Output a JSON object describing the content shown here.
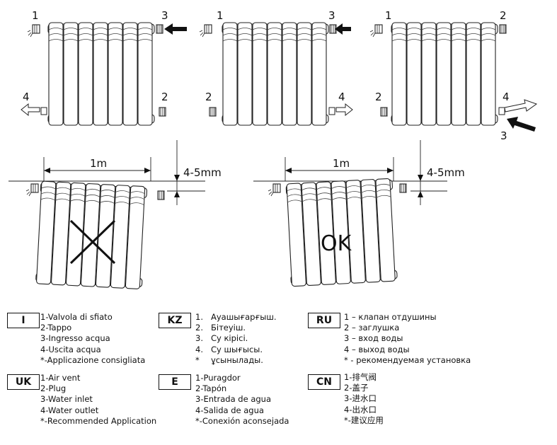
{
  "diagrams": {
    "top_left": {
      "l1": "1",
      "l2": "2",
      "l3": "3",
      "l4": "4"
    },
    "top_middle": {
      "l1": "1",
      "l2": "2",
      "l3": "3",
      "l4": "4"
    },
    "top_right": {
      "l1": "1",
      "l2": "2",
      "l3": "3",
      "l4": "4"
    },
    "install_wrong": {
      "width": "1m",
      "gap": "4-5mm"
    },
    "install_ok": {
      "width": "1m",
      "gap": "4-5mm",
      "ok": "OK"
    }
  },
  "legends": [
    {
      "code": "I",
      "lines": [
        "1-Valvola di sfiato",
        "2-Tappo",
        "3-Ingresso acqua",
        "4-Uscita acqua",
        "*-Applicazione consigliata"
      ]
    },
    {
      "code": "KZ",
      "nums": [
        "1.",
        "2.",
        "3.",
        "4.",
        "*"
      ],
      "lines": [
        "Ауашығарғыш.",
        "Бітеуіш.",
        "Су кірісі.",
        "Су шығысы.",
        "ұсынылады."
      ]
    },
    {
      "code": "RU",
      "lines": [
        "1 – клапан отдушины",
        "2 – заглушка",
        "3 – вход воды",
        "4 – выход воды",
        "* - рекомендуемая установка"
      ]
    },
    {
      "code": "UK",
      "lines": [
        "1-Air vent",
        "2-Plug",
        "3-Water inlet",
        "4-Water outlet",
        "*-Recommended Application"
      ]
    },
    {
      "code": "E",
      "lines": [
        "1-Puragdor",
        "2-Tapón",
        "3-Entrada de agua",
        "4-Salida de agua",
        "*-Conexión aconsejada"
      ]
    },
    {
      "code": "CN",
      "lines": [
        "1-排气阀",
        "2-盖子",
        "3-进水口",
        "4-出水口",
        "*-建议应用"
      ]
    }
  ]
}
